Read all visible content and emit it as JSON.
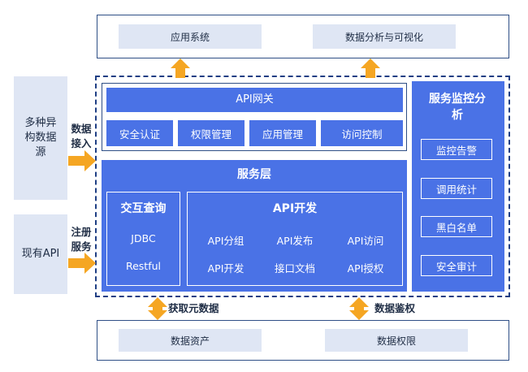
{
  "top": {
    "app_system": "应用系统",
    "data_analysis": "数据分析与可视化"
  },
  "sources": {
    "multi_source": "多种异构数据源",
    "existing_api": "现有API"
  },
  "edge_labels": {
    "data_ingest": "数据接入",
    "register_service": "注册服务",
    "fetch_metadata": "获取元数据",
    "data_auth": "数据鉴权"
  },
  "gateway": {
    "title": "API网关",
    "items": [
      "安全认证",
      "权限管理",
      "应用管理",
      "访问控制"
    ]
  },
  "service": {
    "title": "服务层",
    "interactive": {
      "title": "交互查询",
      "items": [
        "JDBC",
        "Restful"
      ]
    },
    "api_dev": {
      "title": "API开发",
      "items": [
        "API分组",
        "API发布",
        "API访问",
        "API开发",
        "接口文档",
        "API授权"
      ]
    }
  },
  "monitor": {
    "title": "服务监控分析",
    "items": [
      "监控告警",
      "调用统计",
      "黑白名单",
      "安全审计"
    ]
  },
  "bottom": {
    "data_assets": "数据资产",
    "data_permissions": "数据权限"
  }
}
